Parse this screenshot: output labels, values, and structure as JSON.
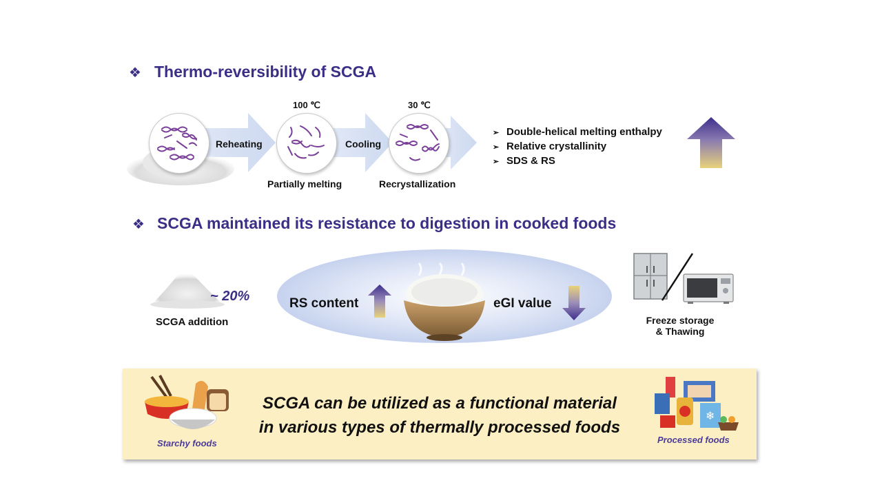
{
  "section1": {
    "bullet": "❖",
    "title": "Thermo-reversibility of SCGA",
    "step1_label": "Reheating",
    "step2_label": "Cooling",
    "temp_high": "100 ℃",
    "temp_low": "30 ℃",
    "state1_caption": "Partially melting",
    "state2_caption": "Recrystallization",
    "properties": [
      "Double-helical melting enthalpy",
      "Relative crystallinity",
      "SDS & RS"
    ],
    "trend": "increase"
  },
  "section2": {
    "bullet": "❖",
    "title": "SCGA maintained its resistance to digestion in cooked foods",
    "addition_amount": "~ 20%",
    "addition_caption": "SCGA addition",
    "rs_label": "RS content",
    "rs_trend": "increase",
    "egi_label": "eGI value",
    "egi_trend": "decrease",
    "storage_caption_line1": "Freeze storage",
    "storage_caption_line2": "& Thawing"
  },
  "conclusion": {
    "line1": "SCGA can be utilized as a functional material",
    "line2": "in various types of thermally processed foods",
    "left_caption": "Starchy foods",
    "right_caption": "Processed foods"
  },
  "colors": {
    "heading": "#3a2e86",
    "molecule": "#7a3f98",
    "banner_bg": "#fdefc4",
    "arrow_band": "#dfe7f6",
    "bowl_glow": "#c9d5ef"
  }
}
